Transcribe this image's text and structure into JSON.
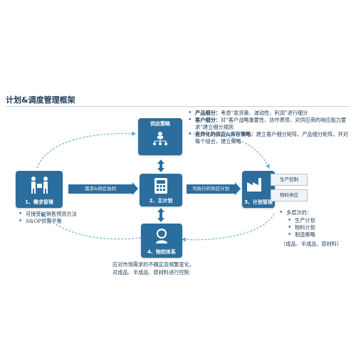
{
  "title": "计划&调度管理框架",
  "nodes": {
    "demand": "1、需求管理",
    "master": "2、主计划",
    "plan_mgmt": "3、计划管理",
    "control": "4、物控体系",
    "supply": "供应策略"
  },
  "arrows": {
    "demand_supply": "需求&供应协同",
    "executable": "可执行的供应计划"
  },
  "plan_boxes": [
    "生产控制",
    "物料供应"
  ],
  "supply_bullets": [
    {
      "key": "产品细分：",
      "text": "考虑“发货量、波动性、利润”进行细分"
    },
    {
      "key": "客户细分：",
      "text": "对“客户战略重要性、协作表现、对供应商的响应能力要求”建立细分规则"
    },
    {
      "key": "差异化的供应&库存策略：",
      "text": "建立客户细分矩阵，产品细分矩阵，并对每个组合，建立策略"
    }
  ],
  "demand_bullets": [
    "可接受的销售预测方法",
    "S&OP供需平衡"
  ],
  "plan_bullets_title": "多层次的：",
  "plan_bullets": [
    "生产计划",
    "物料计划",
    "制造策略"
  ],
  "plan_bullets_note": "（成品、半成品、原材料）",
  "control_note": [
    "应对市场需求的不确定及频繁变化，",
    "对成品、半成品、原材料进行控制"
  ],
  "colors": {
    "node": "#2b6e9e",
    "dashed": "#56a7d8",
    "text": "#1f3b57"
  }
}
